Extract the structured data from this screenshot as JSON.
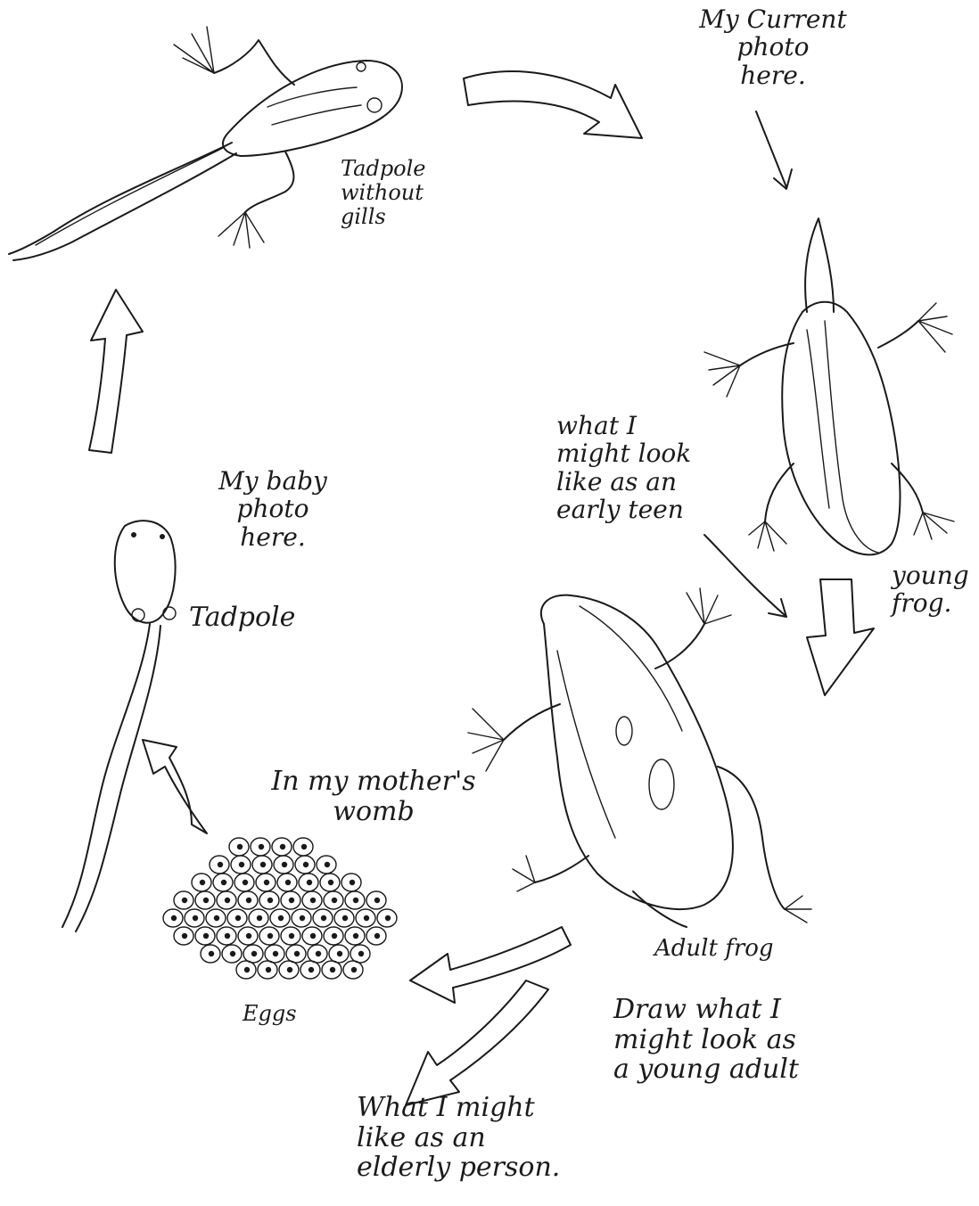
{
  "labels": {
    "current_photo": "My Current photo\nhere.",
    "tadpole_without_gills": "Tadpole\nwithout\ngills",
    "baby_photo": "My baby photo\nhere.",
    "tadpole": "Tadpole",
    "early_teen": "what I\nmight look\nlike as an\nearly teen",
    "young_frog": "young\nfrog.",
    "mothers_womb": "In my mother's\nwomb",
    "adult_frog": "Adult frog",
    "eggs": "Eggs",
    "young_adult": "Draw what I\nmight look as\na young adult",
    "elderly": "What I might\nlike as an\nelderly person."
  }
}
